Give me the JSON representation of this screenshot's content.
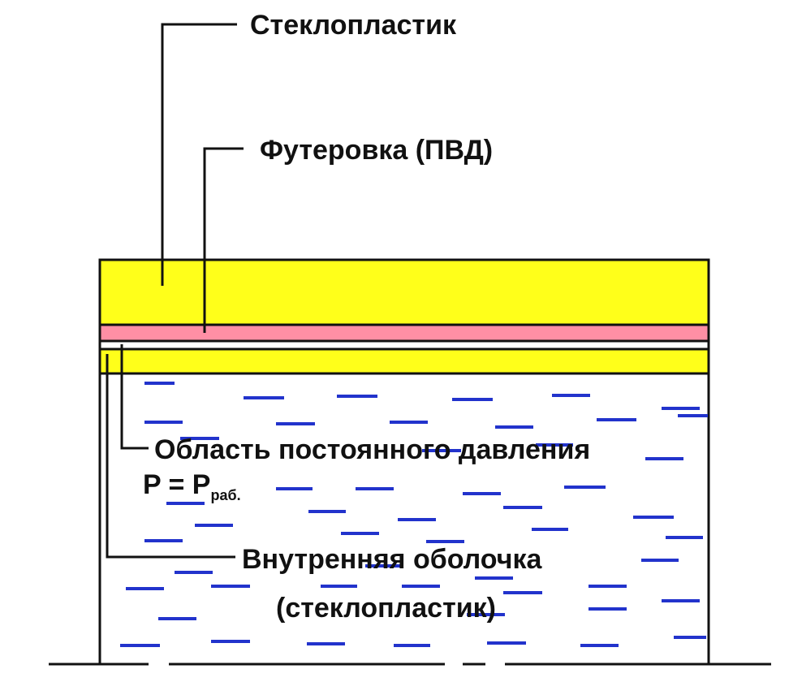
{
  "labels": {
    "outer_shell": "Стеклопластик",
    "liner": "Футеровка (ПВД)",
    "pressure_zone": "Область постоянного давления",
    "pressure_formula_main": "P = P",
    "pressure_formula_sub": "раб.",
    "inner_shell_line1": "Внутренняя оболочка",
    "inner_shell_line2": "(стеклопластик)"
  },
  "colors": {
    "outer_layer": "#ffff1a",
    "liner_layer": "#ff8fa5",
    "inner_layer": "#ffff1a",
    "liquid_dash": "#2233cc",
    "outline": "#111111"
  }
}
